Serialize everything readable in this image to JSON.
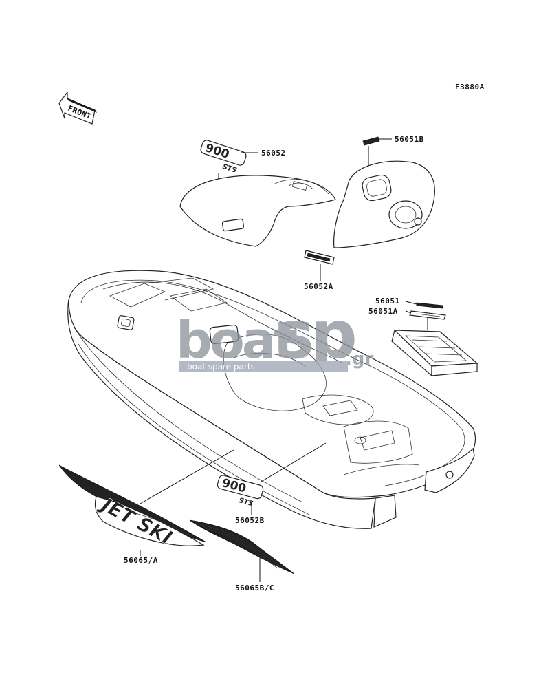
{
  "diagram": {
    "code": "F3880A",
    "direction_label": "FRONT",
    "parts": [
      {
        "id": "56052",
        "label": "56052"
      },
      {
        "id": "56051B",
        "label": "56051B"
      },
      {
        "id": "56052A",
        "label": "56052A"
      },
      {
        "id": "56051",
        "label": "56051"
      },
      {
        "id": "56051A",
        "label": "56051A"
      },
      {
        "id": "56052B",
        "label": "56052B"
      },
      {
        "id": "56065/A",
        "label": "56065/A"
      },
      {
        "id": "56065B/C",
        "label": "56065B/C"
      }
    ],
    "decal_texts": {
      "model_badge": "900",
      "model_suffix": "STS",
      "brand_decal": "JET SKI"
    }
  },
  "watermark": {
    "brand_left": "boat",
    "brand_right": "sp",
    "tld": ".gr",
    "tagline": "boat spare parts"
  },
  "colors": {
    "line": "#111111",
    "watermark": "#8a8f99",
    "watermark_band": "#9aa4b4"
  }
}
